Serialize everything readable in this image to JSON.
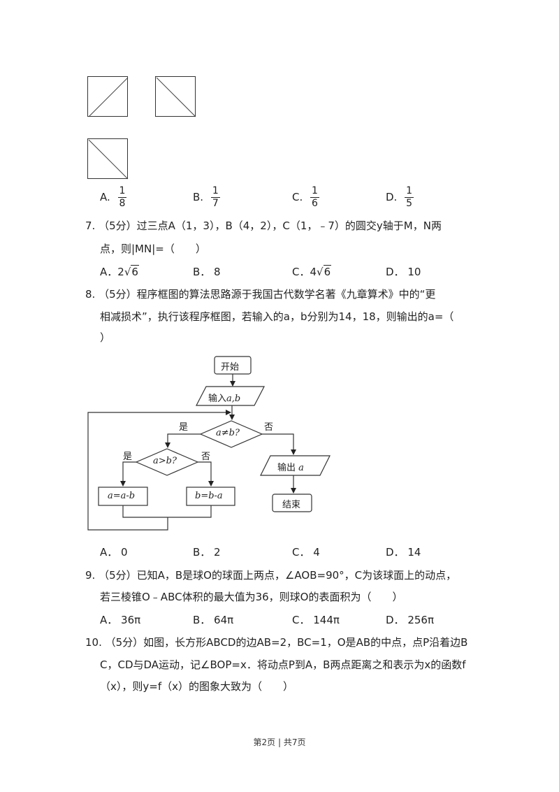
{
  "q6": {
    "options": [
      {
        "label": "A.",
        "num": "1",
        "den": "8"
      },
      {
        "label": "B.",
        "num": "1",
        "den": "7"
      },
      {
        "label": "C.",
        "num": "1",
        "den": "6"
      },
      {
        "label": "D.",
        "num": "1",
        "den": "5"
      }
    ]
  },
  "q7": {
    "line1": "7.  （5分）过三点A（1，3），B（4，2），C（1，﹣7）的圆交y轴于M，N两",
    "line2": "点，则|MN|=（　　）",
    "opt_a_label": "A．",
    "opt_a_coef": "2",
    "opt_a_rad": "6",
    "opt_b": "B．  8",
    "opt_c_label": "C．",
    "opt_c_coef": "4",
    "opt_c_rad": "6",
    "opt_d": "D．  10"
  },
  "q8": {
    "line1": "8.  （5分）程序框图的算法思路源于我国古代数学名著《九章算术》中的“更",
    "line2": "相减损术”，执行该程序框图，若输入的a，b分别为14，18，则输出的a=（",
    "line3": "）",
    "flow": {
      "start": "开始",
      "input_prefix": "输入",
      "input_vars": "a,b",
      "cond1": "a≠b?",
      "yes1": "是",
      "no1": "否",
      "cond2": "a>b?",
      "yes2": "是",
      "no2": "否",
      "assign1": "a=a-b",
      "assign2": "b=b-a",
      "output_prefix": "输出",
      "output_var": "a",
      "end": "结束"
    },
    "opt_a": "A．  0",
    "opt_b": "B．  2",
    "opt_c": "C．  4",
    "opt_d": "D．  14"
  },
  "q9": {
    "line1": "9.  （5分）已知A，B是球O的球面上两点，∠AOB=90°，C为该球面上的动点，",
    "line2": "若三棱锥O﹣ABC体积的最大值为36，则球O的表面积为（　　）",
    "opt_a": "A．  36π",
    "opt_b": "B．  64π",
    "opt_c": "C．  144π",
    "opt_d": "D．  256π"
  },
  "q10": {
    "line1": "10.  （5分）如图，长方形ABCD的边AB=2，BC=1，O是AB的中点，点P沿着边B",
    "line2": "C，CD与DA运动，记∠BOP=x．将动点P到A，B两点距离之和表示为x的函数f",
    "line3": "（x），则y=f（x）的图象大致为（　　）"
  },
  "footer": "第2页 | 共7页"
}
